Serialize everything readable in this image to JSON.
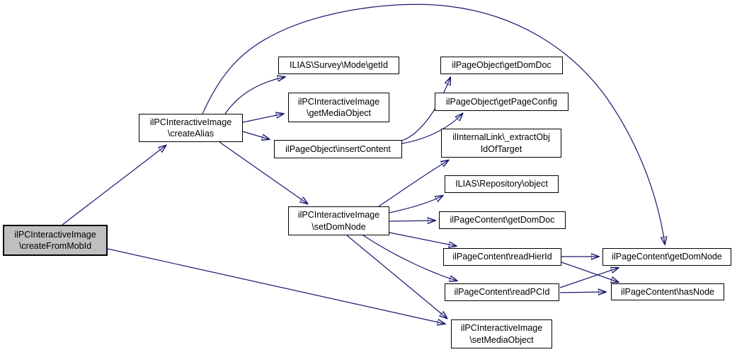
{
  "diagram": {
    "kind": "doxygen-call-graph",
    "colors": {
      "edge": "#191970",
      "node_fill": "#ffffff",
      "node_border": "#000000",
      "highlight_fill": "#bfbfbf",
      "text": "#000000",
      "background": "#ffffff"
    },
    "nodes": {
      "createFromMobId": {
        "line1": "ilPCInteractiveImage",
        "line2": "\\createFromMobId",
        "highlighted": true
      },
      "createAlias": {
        "line1": "ilPCInteractiveImage",
        "line2": "\\createAlias"
      },
      "getId": {
        "line1": "ILIAS\\Survey\\Mode\\getId"
      },
      "getMediaObject": {
        "line1": "ilPCInteractiveImage",
        "line2": "\\getMediaObject"
      },
      "insertContent": {
        "line1": "ilPageObject\\insertContent"
      },
      "pageGetDomDoc": {
        "line1": "ilPageObject\\getDomDoc"
      },
      "getPageConfig": {
        "line1": "ilPageObject\\getPageConfig"
      },
      "extractObjIdOfTarget": {
        "line1": "ilInternalLink\\_extractObj",
        "line2": "IdOfTarget"
      },
      "repositoryObject": {
        "line1": "ILIAS\\Repository\\object"
      },
      "setDomNode": {
        "line1": "ilPCInteractiveImage",
        "line2": "\\setDomNode"
      },
      "contentGetDomDoc": {
        "line1": "ilPageContent\\getDomDoc"
      },
      "readHierId": {
        "line1": "ilPageContent\\readHierId"
      },
      "readPCId": {
        "line1": "ilPageContent\\readPCId"
      },
      "getDomNode": {
        "line1": "ilPageContent\\getDomNode"
      },
      "hasNode": {
        "line1": "ilPageContent\\hasNode"
      },
      "setMediaObject": {
        "line1": "ilPCInteractiveImage",
        "line2": "\\setMediaObject"
      }
    },
    "edges": [
      {
        "from": "createFromMobId",
        "to": "createAlias"
      },
      {
        "from": "createFromMobId",
        "to": "setMediaObject"
      },
      {
        "from": "createAlias",
        "to": "getId"
      },
      {
        "from": "createAlias",
        "to": "getMediaObject"
      },
      {
        "from": "createAlias",
        "to": "insertContent"
      },
      {
        "from": "createAlias",
        "to": "setDomNode"
      },
      {
        "from": "createAlias",
        "to": "getDomNode"
      },
      {
        "from": "insertContent",
        "to": "pageGetDomDoc"
      },
      {
        "from": "insertContent",
        "to": "getPageConfig"
      },
      {
        "from": "setDomNode",
        "to": "extractObjIdOfTarget"
      },
      {
        "from": "setDomNode",
        "to": "repositoryObject"
      },
      {
        "from": "setDomNode",
        "to": "contentGetDomDoc"
      },
      {
        "from": "setDomNode",
        "to": "readHierId"
      },
      {
        "from": "setDomNode",
        "to": "readPCId"
      },
      {
        "from": "setDomNode",
        "to": "setMediaObject"
      },
      {
        "from": "readHierId",
        "to": "getDomNode"
      },
      {
        "from": "readHierId",
        "to": "hasNode"
      },
      {
        "from": "readPCId",
        "to": "getDomNode"
      },
      {
        "from": "readPCId",
        "to": "hasNode"
      }
    ]
  }
}
